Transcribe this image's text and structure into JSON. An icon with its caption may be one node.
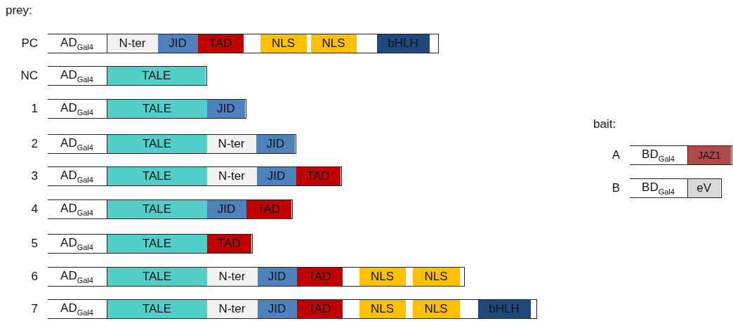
{
  "diagram": {
    "nodes": [
      {
        "text": [],
        "shape": "bar",
        "beside": [
          "PC"
        ]
      },
      {
        "text": [
          "AD$_{Gal4}$"
        ],
        "in": 0
      },
      {
        "text": [
          "N-ter"
        ],
        "in": 0
      },
      {
        "text": [
          "JID"
        ],
        "in": 0
      },
      {
        "text": [
          "TAD"
        ],
        "in": 0
      },
      {
        "text": [
          "NLS"
        ],
        "in": 0
      },
      {
        "text": [
          "NLS"
        ],
        "in": 0
      },
      {
        "text": [
          "bHLH"
        ],
        "in": 0
      },
      {
        "text": [],
        "shape": "bar",
        "beside": [
          "NC"
        ]
      },
      {
        "text": [
          "AD$_{Gal4}$"
        ],
        "in": 8
      },
      {
        "text": [
          "TALE"
        ],
        "in": 8
      },
      {
        "text": [],
        "shape": "bar",
        "beside": [
          "1"
        ]
      },
      {
        "text": [
          "AD$_{Gal4}$"
        ],
        "in": 11
      },
      {
        "text": [
          "TALE"
        ],
        "in": 11
      },
      {
        "text": [
          "JID"
        ],
        "in": 11
      },
      {
        "text": [],
        "shape": "bar",
        "beside": [
          "2"
        ]
      },
      {
        "text": [
          "AD$_{Gal4}$"
        ],
        "in": 15
      },
      {
        "text": [
          "TALE"
        ],
        "in": 15
      },
      {
        "text": [
          "N-ter"
        ],
        "in": 15
      },
      {
        "text": [
          "JID"
        ],
        "in": 15
      },
      {
        "text": [],
        "shape": "bar",
        "beside": [
          "3"
        ]
      },
      {
        "text": [
          "AD$_{Gal4}$"
        ],
        "in": 20
      },
      {
        "text": [
          "TALE"
        ],
        "in": 20
      },
      {
        "text": [
          "N-ter"
        ],
        "in": 20
      },
      {
        "text": [
          "JID"
        ],
        "in": 20
      },
      {
        "text": [
          "TAD"
        ],
        "in": 20
      },
      {
        "text": [],
        "shape": "bar",
        "beside": [
          "4"
        ]
      },
      {
        "text": [
          "AD$_{Gal4}$"
        ],
        "in": 26
      },
      {
        "text": [
          "TALE"
        ],
        "in": 26
      },
      {
        "text": [
          "JID"
        ],
        "in": 26
      },
      {
        "text": [
          "TAD"
        ],
        "in": 26
      },
      {
        "text": [],
        "shape": "bar",
        "beside": [
          "5"
        ]
      },
      {
        "text": [
          "AD$_{Gal4}$"
        ],
        "in": 31
      },
      {
        "text": [
          "TALE"
        ],
        "in": 31
      },
      {
        "text": [
          "TAD"
        ],
        "in": 31
      },
      {
        "text": [],
        "shape": "bar",
        "beside": [
          "6"
        ]
      },
      {
        "text": [
          "AD$_{Gal4}$"
        ],
        "in": 35
      },
      {
        "text": [
          "TALE"
        ],
        "in": 35
      },
      {
        "text": [
          "N-ter"
        ],
        "in": 35
      },
      {
        "text": [
          "JID"
        ],
        "in": 35
      },
      {
        "text": [
          "TAD"
        ],
        "in": 35
      },
      {
        "text": [
          "NLS"
        ],
        "in": 35
      },
      {
        "text": [
          "NLS"
        ],
        "in": 35
      },
      {
        "text": [],
        "shape": "bar",
        "beside": [
          "7"
        ]
      },
      {
        "text": [
          "AD$_{Gal4}$"
        ],
        "in": 43
      },
      {
        "text": [
          "TALE"
        ],
        "in": 43
      },
      {
        "text": [
          "N-ter"
        ],
        "in": 43
      },
      {
        "text": [
          "JID"
        ],
        "in": 43
      },
      {
        "text": [
          "TAD"
        ],
        "in": 43
      },
      {
        "text": [
          "NLS"
        ],
        "in": 43
      },
      {
        "text": [
          "NLS"
        ],
        "in": 43
      },
      {
        "text": [
          "bHLH"
        ],
        "in": 43
      },
      {
        "text": [],
        "shape": "bar",
        "beside": [
          "A"
        ]
      },
      {
        "text": [
          "BD$_{Gal4}$"
        ],
        "in": 52
      },
      {
        "text": [
          "JAZ1"
        ],
        "in": 52
      },
      {
        "text": [],
        "shape": "bar",
        "beside": [
          "B"
        ]
      },
      {
        "text": [
          "BD$_{Gal4}$"
        ],
        "in": 55
      },
      {
        "text": [
          "eV"
        ],
        "in": 55
      }
    ],
    "labels": [
      "prey:",
      "bait:"
    ]
  }
}
